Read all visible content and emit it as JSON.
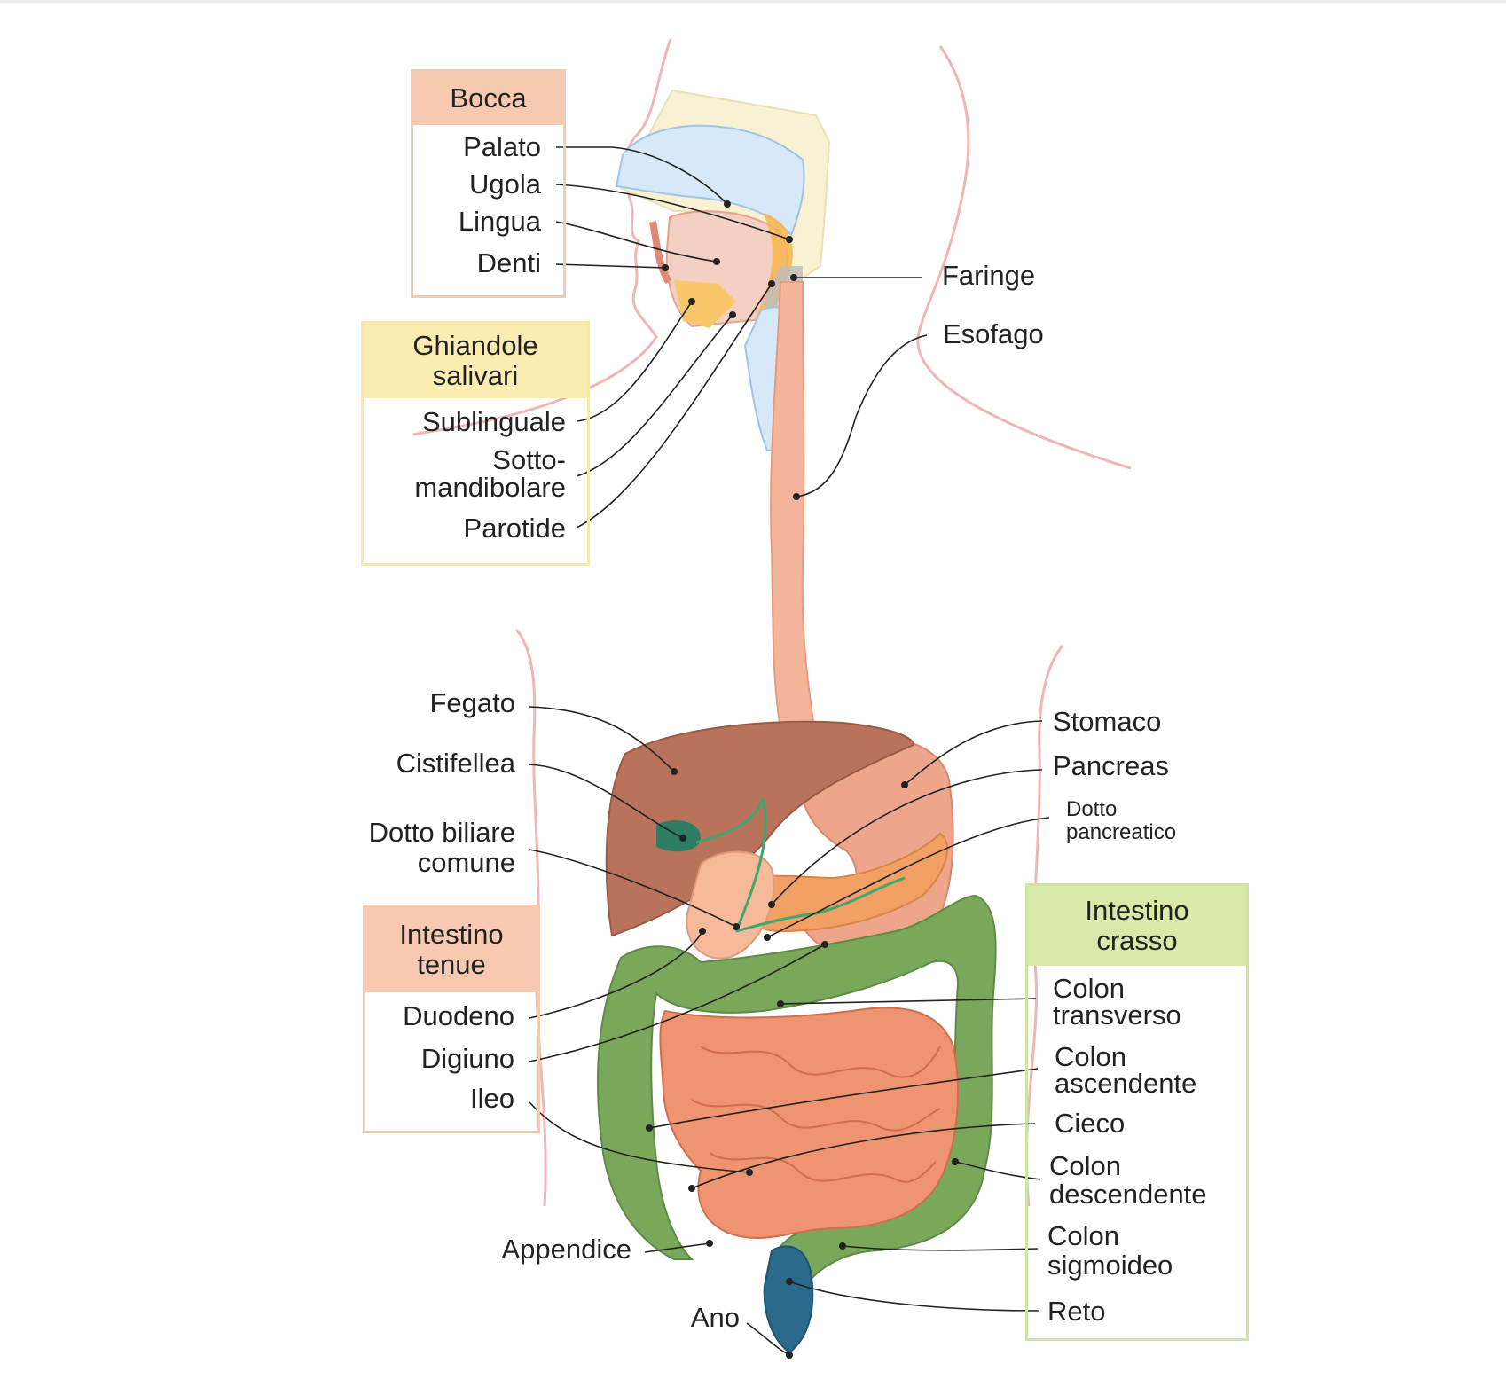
{
  "groups": {
    "bocca": "Bocca",
    "ghiandole": "Ghiandole salivari",
    "tenue": "Intestino tenue",
    "crasso": "Intestino crasso"
  },
  "labels": {
    "palato": "Palato",
    "ugola": "Ugola",
    "lingua": "Lingua",
    "denti": "Denti",
    "sublinguale": "Sublinguale",
    "sottomandibolare": "Sotto-\nmandibolare",
    "parotide": "Parotide",
    "faringe": "Faringe",
    "esofago": "Esofago",
    "fegato": "Fegato",
    "cistifellea": "Cistifellea",
    "dotto_biliare": "Dotto biliare\ncomune",
    "duodeno": "Duodeno",
    "digiuno": "Digiuno",
    "ileo": "Ileo",
    "appendice": "Appendice",
    "ano": "Ano",
    "stomaco": "Stomaco",
    "pancreas": "Pancreas",
    "dotto_pancreatico": "Dotto\npancreatico",
    "colon_transverso": "Colon\ntransverso",
    "colon_ascendente": "Colon\nascendente",
    "cieco": "Cieco",
    "colon_discendente": "Colon\ndescendente",
    "colon_sigmoideo": "Colon\nsigmoideo",
    "reto": "Reto"
  },
  "colors": {
    "body_outline": "#f0b5b5",
    "liver": "#b9735a",
    "stomach": "#eda68c",
    "small_intestine": "#ef9470",
    "large_intestine": "#7aa85b",
    "esophagus": "#f5b59a",
    "palate": "#cfe3f5",
    "gallbladder": "#2e7d63",
    "rectum": "#2b6a8c"
  }
}
